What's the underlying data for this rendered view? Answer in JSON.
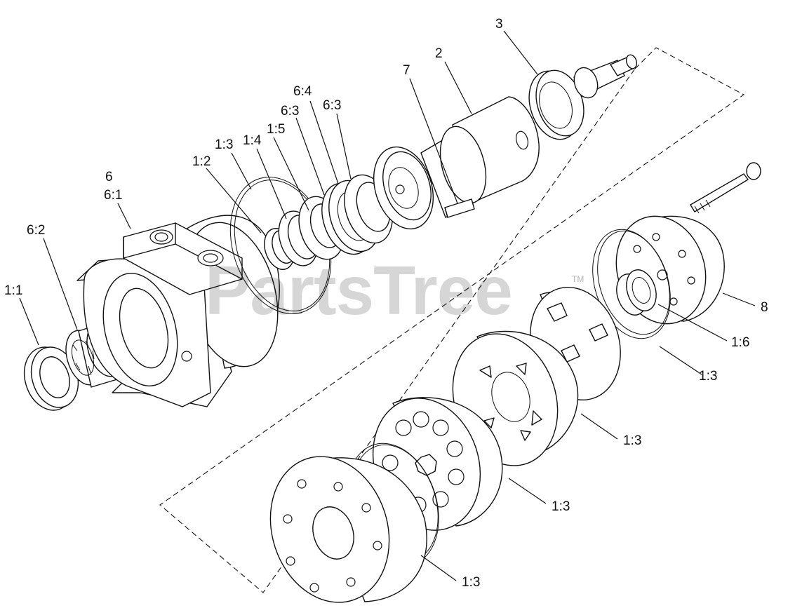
{
  "watermark": {
    "text": "PartsTree",
    "trademark": "TM"
  },
  "callouts": [
    {
      "id": "c-1-1",
      "text": "1:1"
    },
    {
      "id": "c-6-2",
      "text": "6:2"
    },
    {
      "id": "c-6",
      "text": "6"
    },
    {
      "id": "c-6-1",
      "text": "6:1"
    },
    {
      "id": "c-1-2",
      "text": "1:2"
    },
    {
      "id": "c-1-3-top",
      "text": "1:3"
    },
    {
      "id": "c-1-4",
      "text": "1:4"
    },
    {
      "id": "c-1-5",
      "text": "1:5"
    },
    {
      "id": "c-6-3a",
      "text": "6:3"
    },
    {
      "id": "c-6-4",
      "text": "6:4"
    },
    {
      "id": "c-6-3b",
      "text": "6:3"
    },
    {
      "id": "c-7",
      "text": "7"
    },
    {
      "id": "c-2",
      "text": "2"
    },
    {
      "id": "c-3",
      "text": "3"
    },
    {
      "id": "c-8",
      "text": "8"
    },
    {
      "id": "c-1-6",
      "text": "1:6"
    },
    {
      "id": "c-1-3-a",
      "text": "1:3"
    },
    {
      "id": "c-1-3-b",
      "text": "1:3"
    },
    {
      "id": "c-1-3-c",
      "text": "1:3"
    },
    {
      "id": "c-1-3-d",
      "text": "1:3"
    }
  ]
}
